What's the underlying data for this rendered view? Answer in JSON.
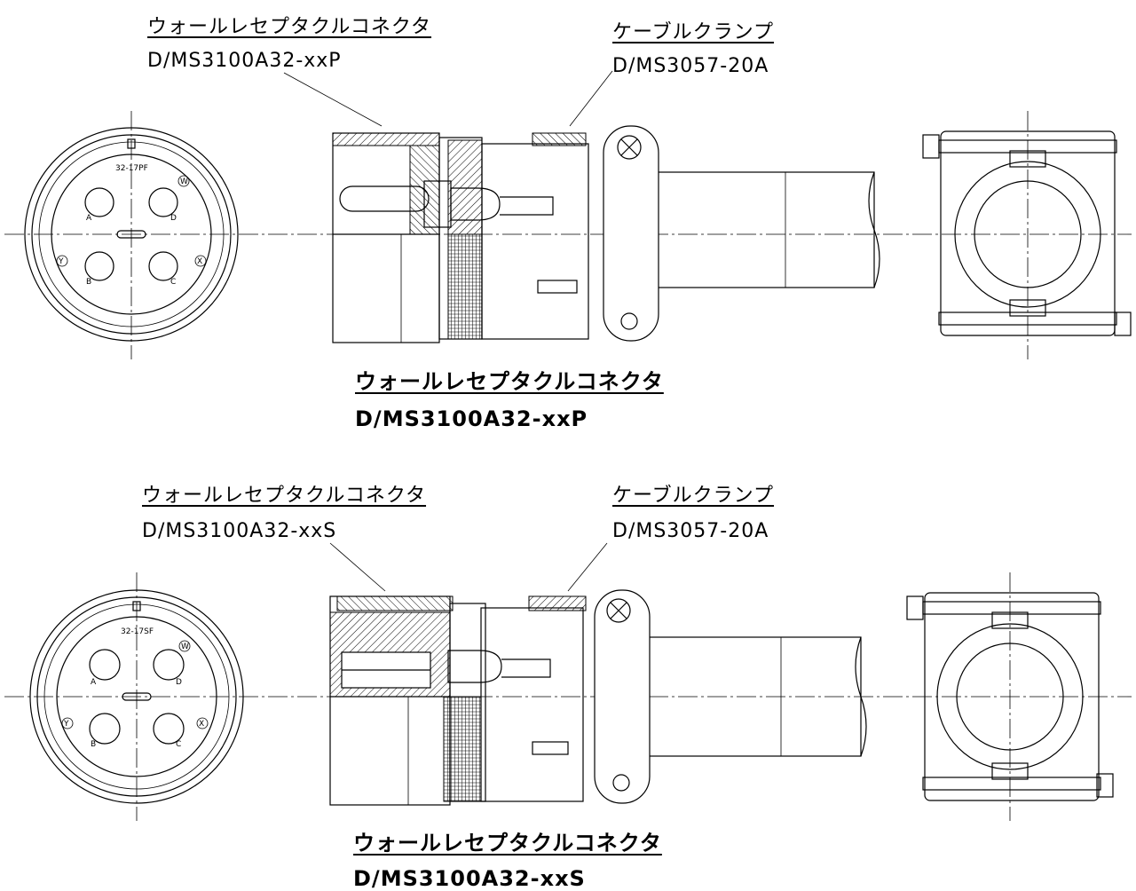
{
  "assemblies": [
    {
      "receptacle_callout": {
        "title": "ウォールレセプタクルコネクタ",
        "part": "D/MS3100A32-xxP"
      },
      "clamp_callout": {
        "title": "ケーブルクランプ",
        "part": "D/MS3057-20A"
      },
      "face": {
        "code": "32-17PF",
        "pins": [
          "A",
          "B",
          "C",
          "D"
        ],
        "keys": [
          "W",
          "X",
          "Y"
        ]
      },
      "caption": {
        "title": "ウォールレセプタクルコネクタ",
        "part": "D/MS3100A32-xxP"
      }
    },
    {
      "receptacle_callout": {
        "title": "ウォールレセプタクルコネクタ",
        "part": "D/MS3100A32-xxS"
      },
      "clamp_callout": {
        "title": "ケーブルクランプ",
        "part": "D/MS3057-20A"
      },
      "face": {
        "code": "32-17SF",
        "pins": [
          "A",
          "B",
          "C",
          "D"
        ],
        "keys": [
          "W",
          "X",
          "Y"
        ]
      },
      "caption": {
        "title": "ウォールレセプタクルコネクタ",
        "part": "D/MS3100A32-xxS"
      }
    }
  ]
}
